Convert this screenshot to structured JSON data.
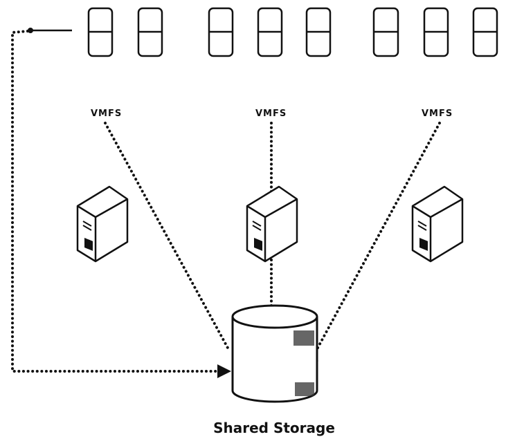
{
  "diagram": {
    "vm_groups": [
      {
        "vm_count": 2
      },
      {
        "vm_count": 3
      },
      {
        "vm_count": 3
      }
    ],
    "vmfs_labels": [
      "VMFS",
      "VMFS",
      "VMFS"
    ],
    "server_icons": [
      "server-icon",
      "server-icon",
      "server-icon"
    ],
    "storage_label": "Shared Storage",
    "colors": {
      "ink": "#111111",
      "background": "#ffffff"
    }
  }
}
